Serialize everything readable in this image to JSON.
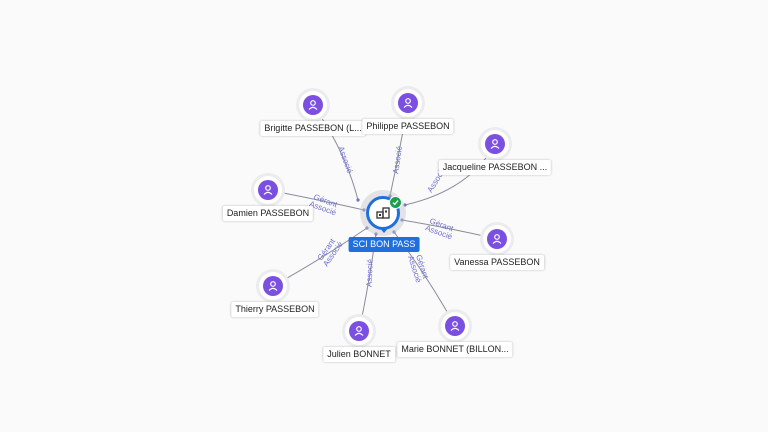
{
  "company": {
    "name": "SCI BON PASS",
    "icon": "building-icon",
    "status_icon": "check-icon",
    "accent": "#1f6fdc",
    "status_color": "#1e9e4f"
  },
  "person_icon_color": "#7b4fe0",
  "people": [
    {
      "name": "Brigitte PASSEBON (L...",
      "relation": "Associé"
    },
    {
      "name": "Philippe PASSEBON",
      "relation": "Associé"
    },
    {
      "name": "Jacqueline PASSEBON ...",
      "relation": "Associé"
    },
    {
      "name": "Damien PASSEBON",
      "relation": "Gérant Associé"
    },
    {
      "name": "Vanessa PASSEBON",
      "relation": "Gérant Associé"
    },
    {
      "name": "Thierry PASSEBON",
      "relation": "Gérant Associé"
    },
    {
      "name": "Julien BONNET",
      "relation": "Associé"
    },
    {
      "name": "Marie BONNET (BILLON...",
      "relation": "Gérant Associé"
    }
  ]
}
